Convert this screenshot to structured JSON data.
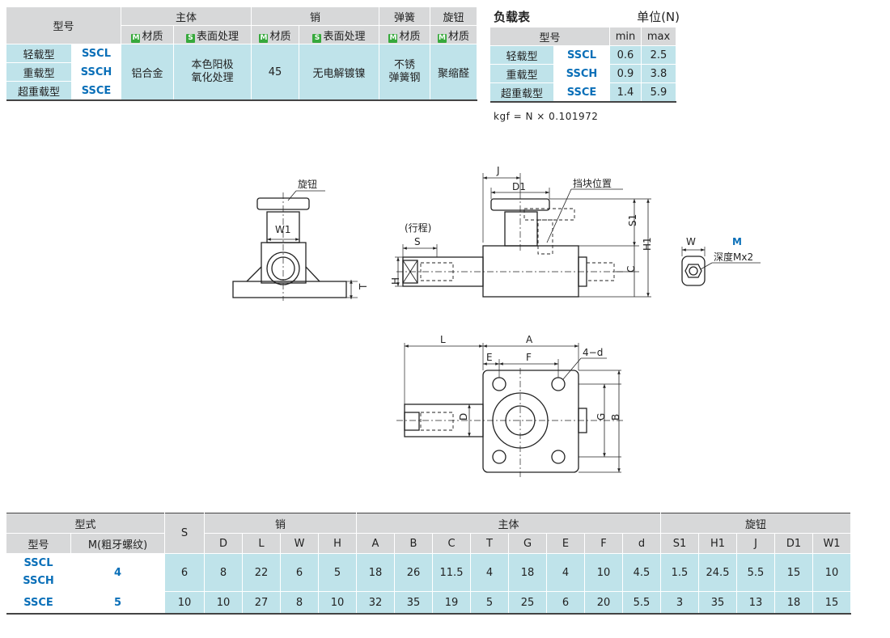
{
  "spec_table": {
    "model_header": "型号",
    "group_body": "主体",
    "group_pin": "销",
    "group_spring": "弹簧",
    "group_knob": "旋钮",
    "badge_m": "M",
    "badge_s": "S",
    "col_material": "材质",
    "col_surface": "表面处理",
    "rows": [
      {
        "type": "轻载型",
        "code": "SSCL"
      },
      {
        "type": "重载型",
        "code": "SSCH"
      },
      {
        "type": "超重载型",
        "code": "SSCE"
      }
    ],
    "body_material": "铝合金",
    "body_surface_1": "本色阳极",
    "body_surface_2": "氧化处理",
    "pin_material": "45",
    "pin_surface": "无电解镀镍",
    "spring_material_1": "不锈",
    "spring_material_2": "弹簧钢",
    "knob_material": "聚缩醛"
  },
  "load_table": {
    "title": "负载表",
    "unit": "单位(N)",
    "model_header": "型号",
    "min_header": "min",
    "max_header": "max",
    "rows": [
      {
        "type": "轻载型",
        "code": "SSCL",
        "min": "0.6",
        "max": "2.5"
      },
      {
        "type": "重载型",
        "code": "SSCH",
        "min": "0.9",
        "max": "3.8"
      },
      {
        "type": "超重载型",
        "code": "SSCE",
        "min": "1.4",
        "max": "5.9"
      }
    ],
    "note": "kgf = N × 0.101972"
  },
  "drawing_labels": {
    "knob": "旋钮",
    "w1": "W1",
    "t": "T",
    "j": "J",
    "d1": "D1",
    "stopper": "挡块位置",
    "stroke": "(行程)",
    "s": "S",
    "s1": "S1",
    "h1": "H1",
    "c": "C",
    "h": "H",
    "w": "W",
    "m": "M",
    "depth": "深度Mx2",
    "l": "L",
    "a": "A",
    "e": "E",
    "f": "F",
    "d4": "4−d",
    "d": "D",
    "g": "G",
    "b": "B"
  },
  "dims_table": {
    "type_header": "型式",
    "model_header": "型号",
    "m_header": "M(粗牙螺纹)",
    "s_header": "S",
    "pin_group": "销",
    "body_group": "主体",
    "knob_group": "旋钮",
    "cols": [
      "D",
      "L",
      "W",
      "H",
      "A",
      "B",
      "C",
      "T",
      "G",
      "E",
      "F",
      "d",
      "S1",
      "H1",
      "J",
      "D1",
      "W1"
    ],
    "row1": {
      "code_a": "SSCL",
      "code_b": "SSCH",
      "m": "4",
      "values": [
        "6",
        "8",
        "22",
        "6",
        "5",
        "18",
        "26",
        "11.5",
        "4",
        "18",
        "4",
        "10",
        "4.5",
        "1.5",
        "24.5",
        "5.5",
        "15",
        "10"
      ]
    },
    "row2": {
      "code": "SSCE",
      "m": "5",
      "values": [
        "10",
        "10",
        "27",
        "8",
        "10",
        "32",
        "35",
        "19",
        "5",
        "25",
        "6",
        "20",
        "5.5",
        "3",
        "35",
        "13",
        "18",
        "15"
      ]
    }
  },
  "colors": {
    "header_gray": "#d7d8d9",
    "body_cyan": "#bfe3ea",
    "code_blue": "#0a6fb8",
    "badge_green": "#37a93c"
  }
}
